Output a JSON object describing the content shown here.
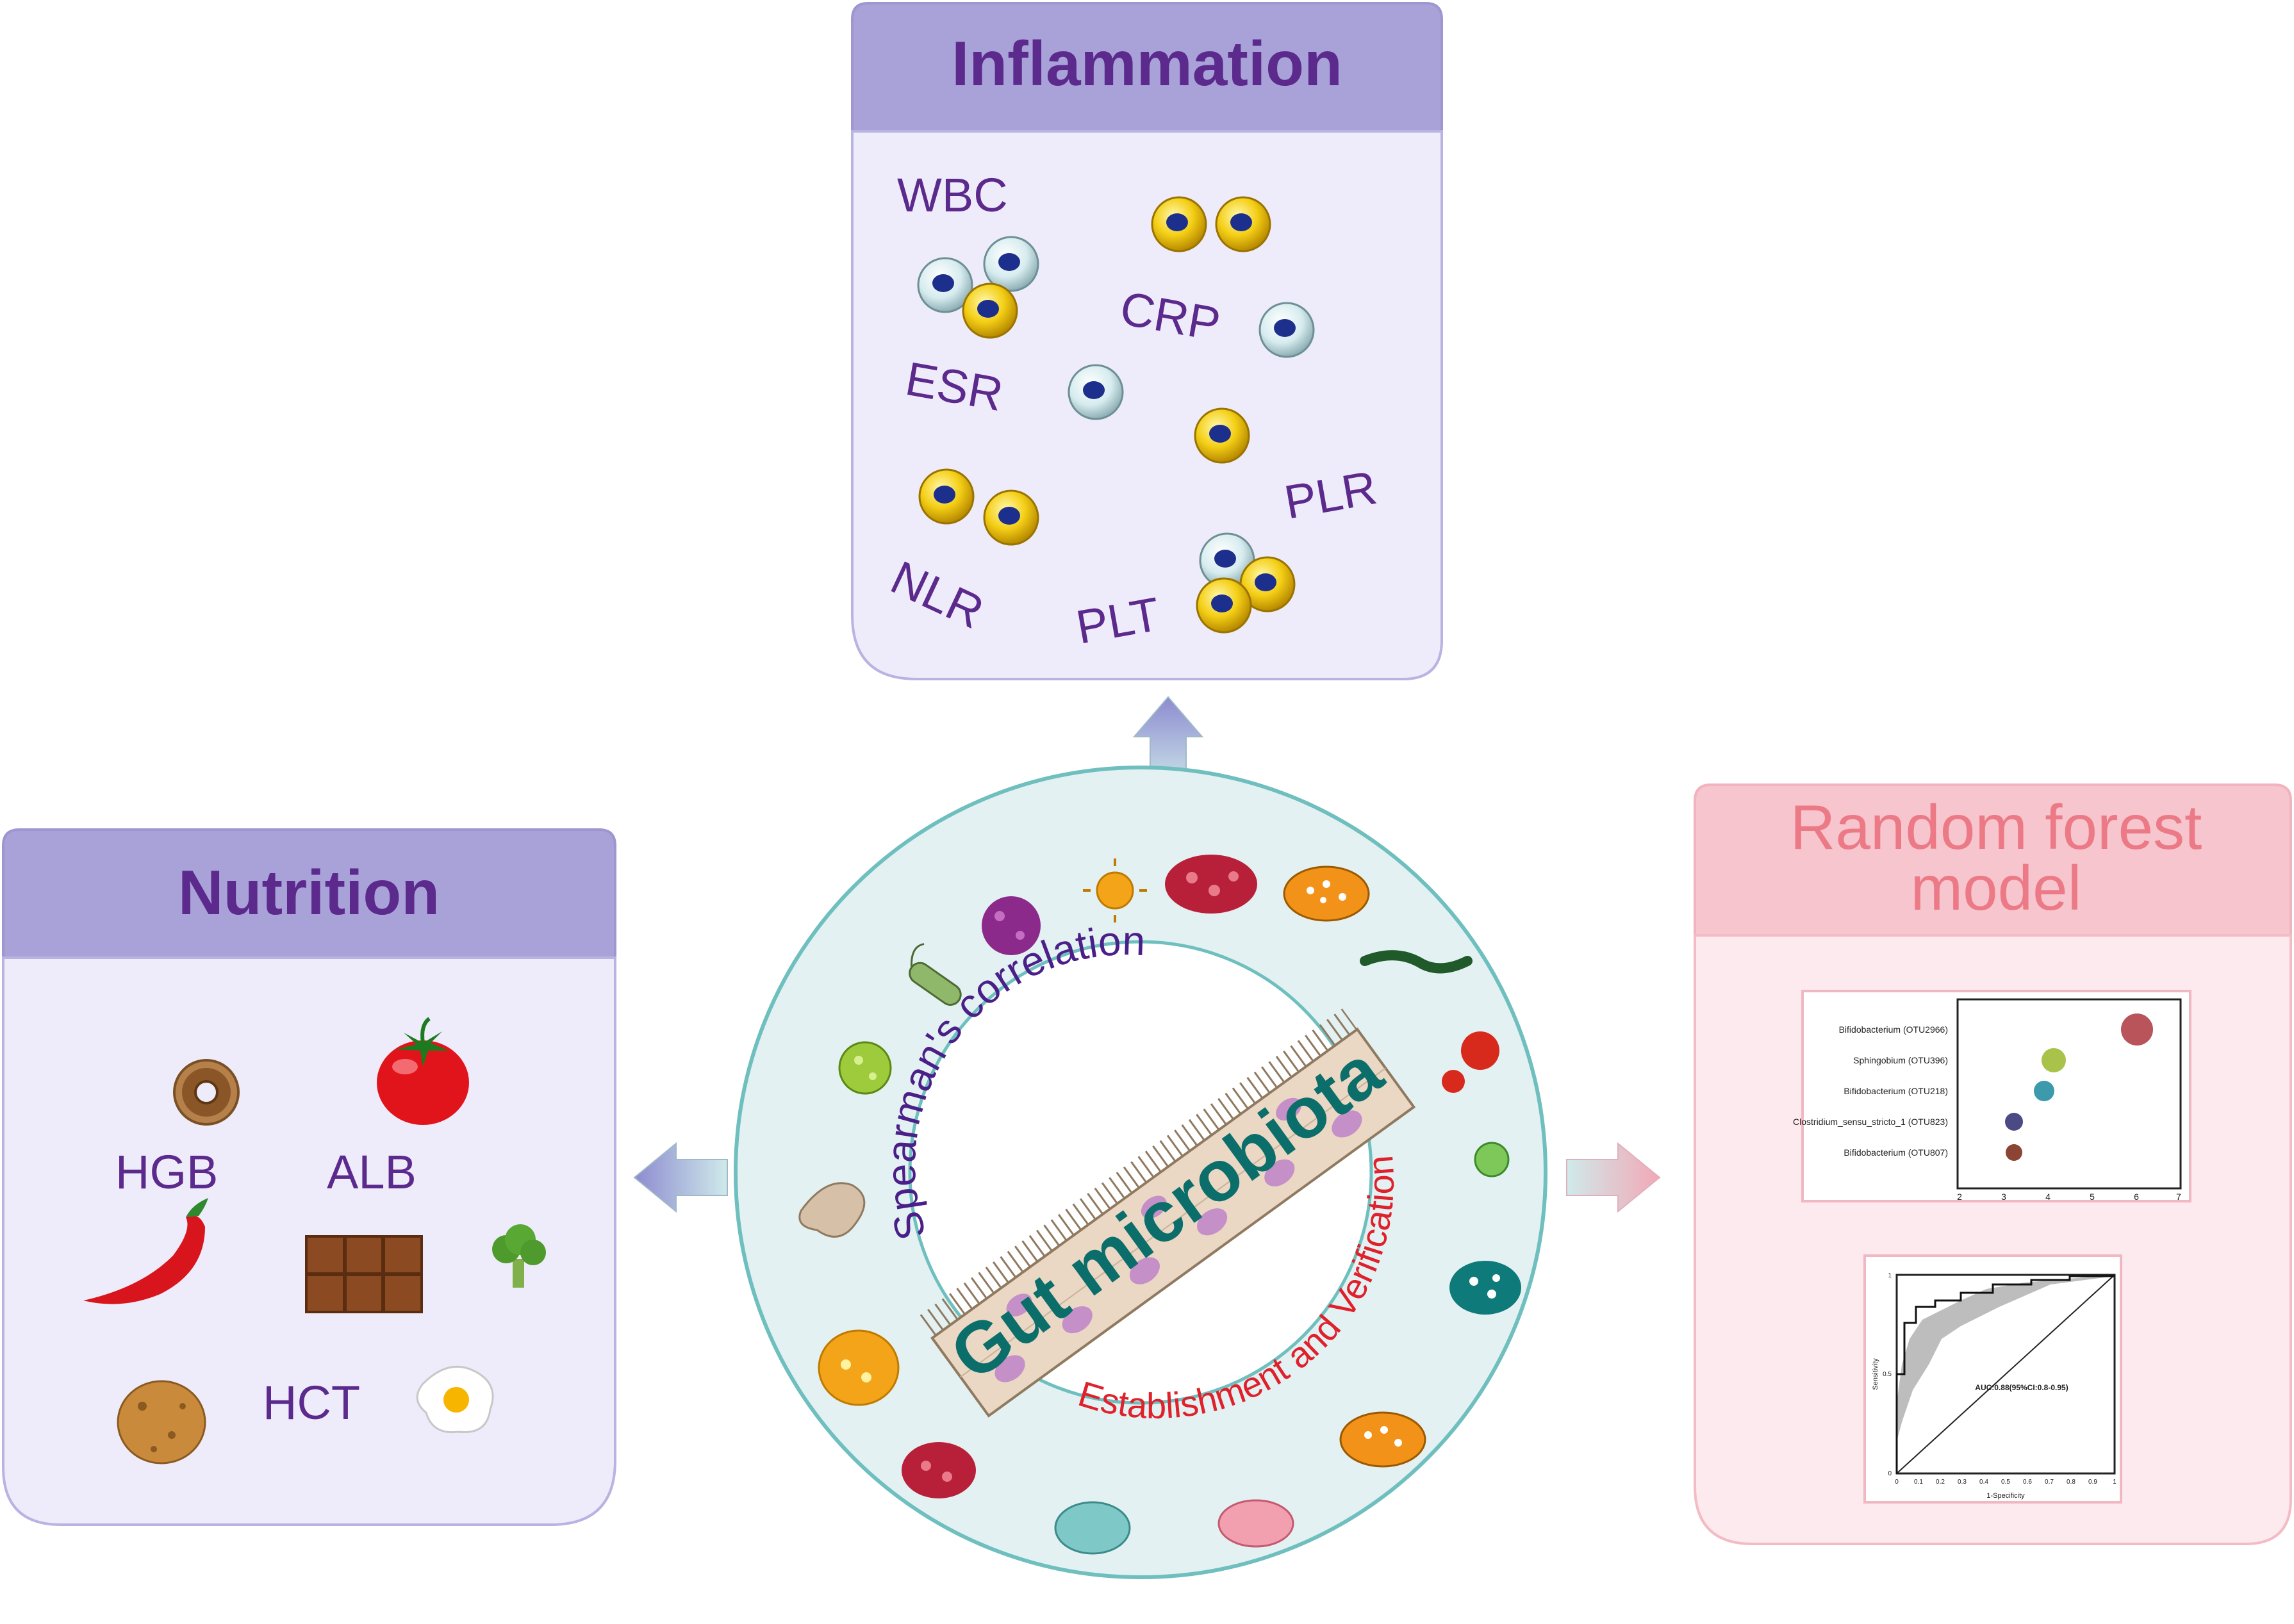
{
  "colors": {
    "purple_header": "#a9a2d8",
    "purple_body": "#eeecfa",
    "purple_text": "#5b2a8c",
    "pink_header": "#f7c5cd",
    "pink_body": "#fdeaee",
    "pink_text": "#ec7a86",
    "ring_fill": "#e3f1f3",
    "ring_stroke": "#6fbfbf",
    "teal_text": "#0b6e6a",
    "red_text": "#e0202a"
  },
  "inflammation": {
    "title": "Inflammation",
    "markers": [
      "WBC",
      "CRP",
      "ESR",
      "PLR",
      "NLR",
      "PLT"
    ]
  },
  "nutrition": {
    "title": "Nutrition",
    "markers": [
      "HGB",
      "ALB",
      "HCT"
    ],
    "food_icons": [
      "donut-icon",
      "tomato-icon",
      "chili-pepper-icon",
      "chocolate-icon",
      "broccoli-icon",
      "potato-icon",
      "fried-egg-icon"
    ]
  },
  "random_forest": {
    "title_line1": "Random forest",
    "title_line2": "model",
    "importance_plot": {
      "labels": [
        "Bifidobacterium (OTU2966)",
        "Sphingobium (OTU396)",
        "Bifidobacterium (OTU218)",
        "Clostridium_sensu_stricto_1 (OTU823)",
        "Bifidobacterium (OTU807)"
      ],
      "xticks": [
        "2",
        "3",
        "4",
        "5",
        "6",
        "7"
      ]
    },
    "roc_plot": {
      "annotation": "AUC:0.88(95%CI:0.8-0.95)",
      "xlabel": "1-Specificity",
      "ylabel": "Sensitivity",
      "ticks": [
        "0",
        "0.1",
        "0.2",
        "0.3",
        "0.4",
        "0.5",
        "0.6",
        "0.7",
        "0.8",
        "0.9",
        "1"
      ]
    }
  },
  "center": {
    "title": "Gut microbiota",
    "arc_top": "Spearman's correlation",
    "arc_bottom": "Establishment and Verification",
    "microbe_icons": [
      "rod-bacterium-icon",
      "spiky-virus-icon",
      "sun-microbe-icon",
      "red-cluster-microbe-icon",
      "orange-oval-microbe-icon",
      "green-worm-microbe-icon",
      "red-spiky-virus-icon",
      "green-virus-icon",
      "teal-cluster-microbe-icon",
      "orange-oval-microbe-icon",
      "pink-microbe-icon",
      "teal-oval-microbe-icon",
      "red-cluster-microbe-icon",
      "orange-blob-microbe-icon",
      "tan-amoeba-icon",
      "green-ball-microbe-icon"
    ]
  }
}
